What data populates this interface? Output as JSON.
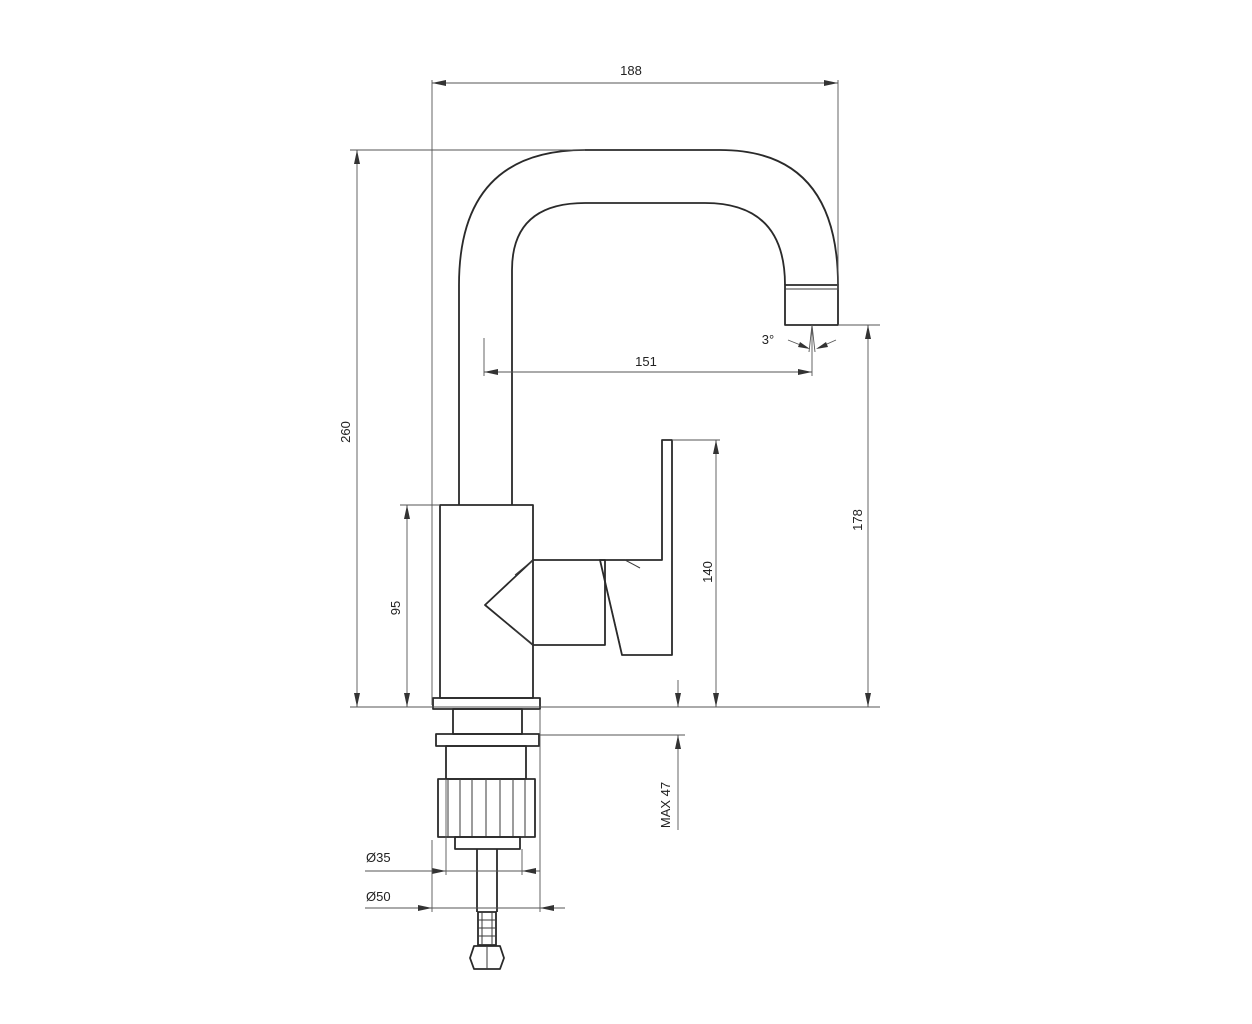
{
  "dimensions": {
    "overall_width": "188",
    "overall_height": "260",
    "spout_reach": "151",
    "spout_height": "178",
    "handle_height": "140",
    "body_height": "95",
    "mount_thickness": "MAX 47",
    "thread_diameter": "Ø35",
    "base_diameter": "Ø50",
    "spout_angle": "3°"
  }
}
